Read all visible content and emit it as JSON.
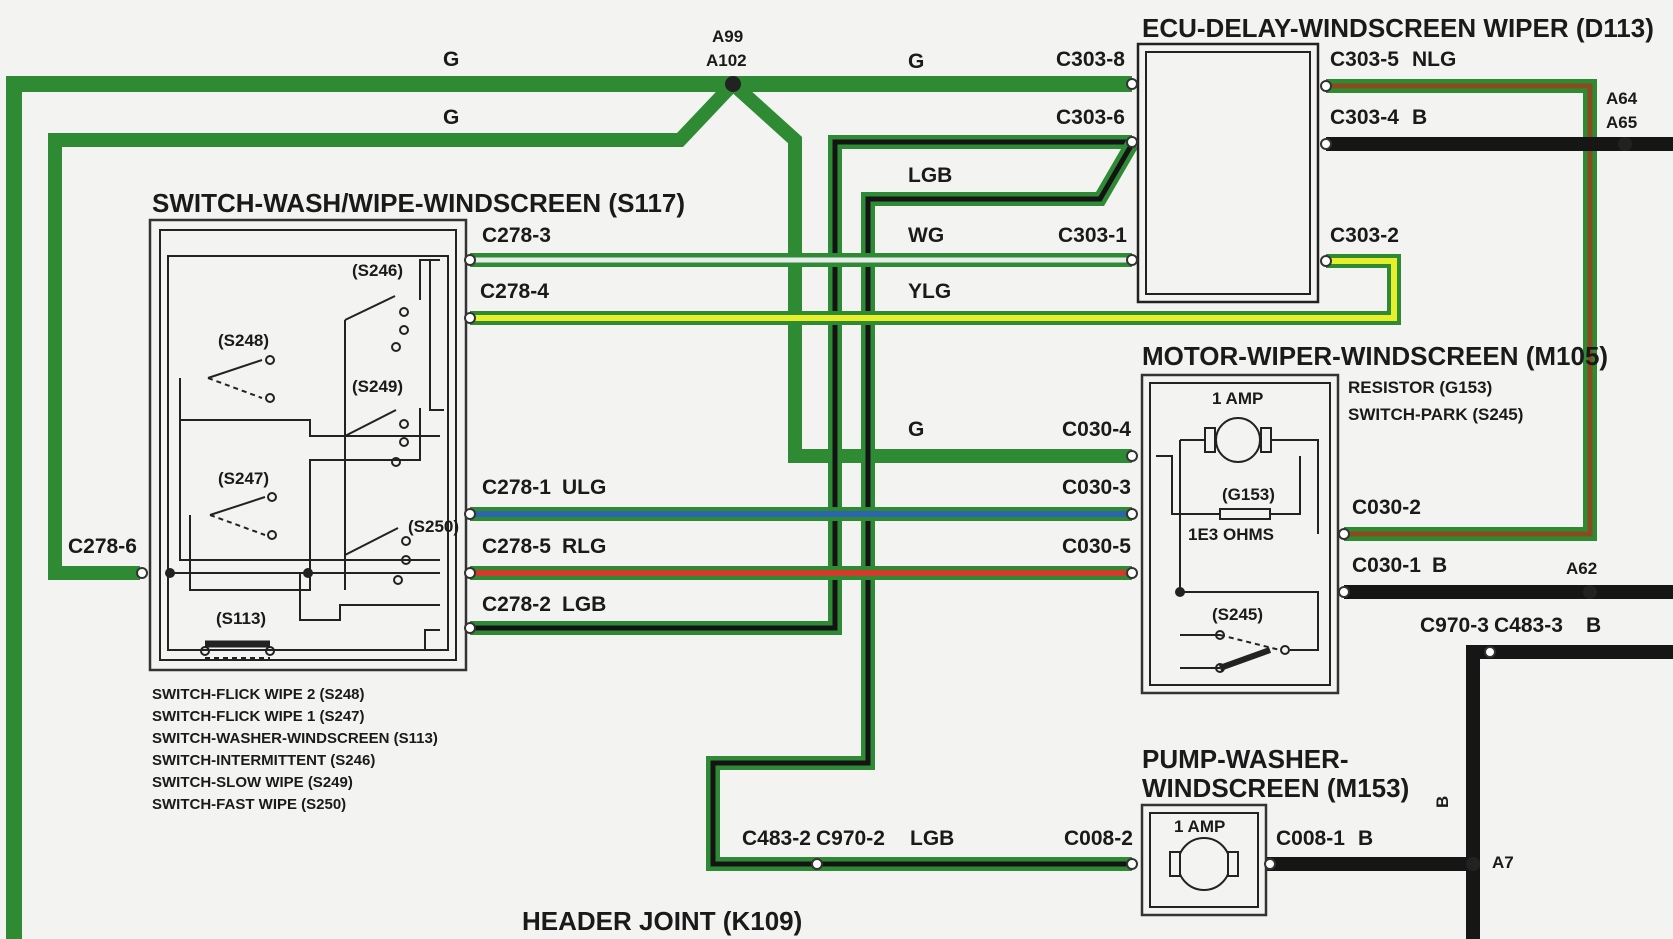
{
  "components": {
    "ecu": {
      "title": "ECU-DELAY-WINDSCREEN WIPER (D113)"
    },
    "switch": {
      "title": "SWITCH-WASH/WIPE-WINDSCREEN (S117)",
      "legend": [
        "SWITCH-FLICK WIPE 2 (S248)",
        "SWITCH-FLICK WIPE 1 (S247)",
        "SWITCH-WASHER-WINDSCREEN (S113)",
        "SWITCH-INTERMITTENT (S246)",
        "SWITCH-SLOW WIPE (S249)",
        "SWITCH-FAST WIPE (S250)"
      ],
      "internal_labels": {
        "s246": "(S246)",
        "s248": "(S248)",
        "s249": "(S249)",
        "s247": "(S247)",
        "s250": "(S250)",
        "s113": "(S113)"
      }
    },
    "motor": {
      "title": "MOTOR-WIPER-WINDSCREEN (M105)",
      "sub1": "RESISTOR (G153)",
      "sub2": "SWITCH-PARK (S245)",
      "rating": "1 AMP",
      "resistor": "(G153)",
      "ohms": "1E3 OHMS",
      "park": "(S245)"
    },
    "pump": {
      "title1": "PUMP-WASHER-",
      "title2": "WINDSCREEN (M153)",
      "rating": "1 AMP"
    },
    "header": {
      "title": "HEADER JOINT (K109)"
    }
  },
  "connectors": {
    "c303_8": "C303-8",
    "c303_6": "C303-6",
    "c303_1": "C303-1",
    "c303_5": "C303-5",
    "c303_4": "C303-4",
    "c303_2": "C303-2",
    "c278_3": "C278-3",
    "c278_4": "C278-4",
    "c278_1": "C278-1",
    "c278_5": "C278-5",
    "c278_2": "C278-2",
    "c278_6": "C278-6",
    "c030_4": "C030-4",
    "c030_3": "C030-3",
    "c030_5": "C030-5",
    "c030_2": "C030-2",
    "c030_1": "C030-1",
    "c970_3": "C970-3",
    "c483_3": "C483-3",
    "c483_2": "C483-2",
    "c970_2": "C970-2",
    "c008_2": "C008-2",
    "c008_1": "C008-1"
  },
  "splices": {
    "a99": "A99",
    "a102": "A102",
    "a64": "A64",
    "a65": "A65",
    "a62": "A62",
    "a7": "A7"
  },
  "wire_codes": {
    "g_top_left": "G",
    "g_second": "G",
    "g_top_right": "G",
    "g_motor": "G",
    "lgb_ecu": "LGB",
    "wg": "WG",
    "ylg": "YLG",
    "ulg": "ULG",
    "rlg": "RLG",
    "lgb_switch": "LGB",
    "lgb_pump": "LGB",
    "nlg": "NLG",
    "b_c303_4": "B",
    "b_c030_1": "B",
    "b_c970_3": "B",
    "b_c008_1": "B",
    "b_vertical": "B"
  },
  "wire_colors": {
    "G": "#2e8b33",
    "G_dark": "#1d6b24",
    "LGB_outer": "#2f8a36",
    "LGB_core": "#141414",
    "WG_outer": "#2e8b33",
    "WG_core": "#e8ecec",
    "YLG_outer": "#2e8b33",
    "YLG_core": "#e7ee2a",
    "ULG_outer": "#2e8b33",
    "ULG_core": "#2c65ad",
    "RLG_outer": "#2e8b33",
    "RLG_core": "#d23a2c",
    "NLG_outer": "#2e8b33",
    "NLG_core": "#8a4b1f",
    "B": "#161616"
  }
}
